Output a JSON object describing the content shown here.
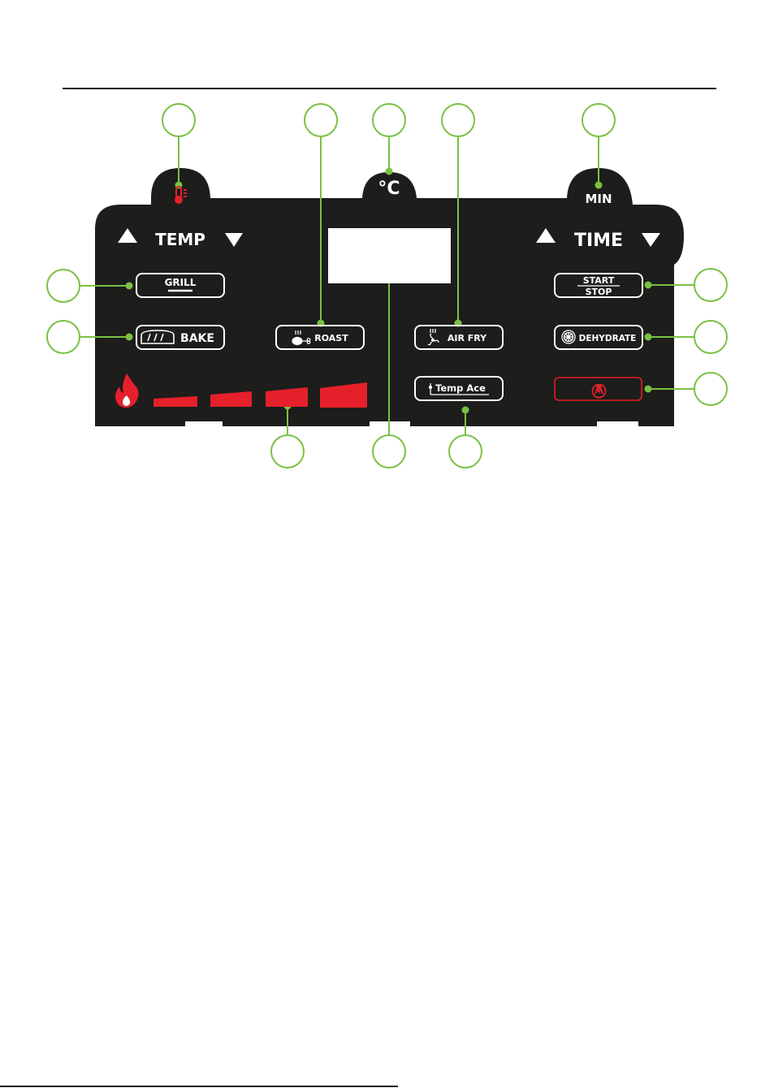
{
  "colors": {
    "panel": "#1d1d1b",
    "callout": "#7ac143",
    "accent_red": "#e5202a",
    "button_outline": "#ffffff",
    "display": "#ffffff"
  },
  "labels": {
    "temp": "TEMP",
    "time": "TIME",
    "min": "MIN",
    "celsius": "°C",
    "grill": "GRILL",
    "bake": "BAKE",
    "roast": "ROAST",
    "air_fry": "AIR FRY",
    "start": "START",
    "stop": "STOP",
    "dehydrate": "DEHYDRATE",
    "temp_ace": "Temp Ace"
  },
  "icons": {
    "thermometer": "thermometer-icon",
    "temp_up": "triangle-up-icon",
    "temp_down": "triangle-down-icon",
    "time_up": "triangle-up-icon",
    "time_down": "triangle-down-icon",
    "bread": "bread-icon",
    "chicken": "chicken-leg-icon",
    "fan": "fan-icon",
    "probe": "probe-icon",
    "dehydrate": "lemon-slice-icon",
    "power": "power-icon",
    "flame": "flame-icon"
  },
  "heat_levels": 4
}
